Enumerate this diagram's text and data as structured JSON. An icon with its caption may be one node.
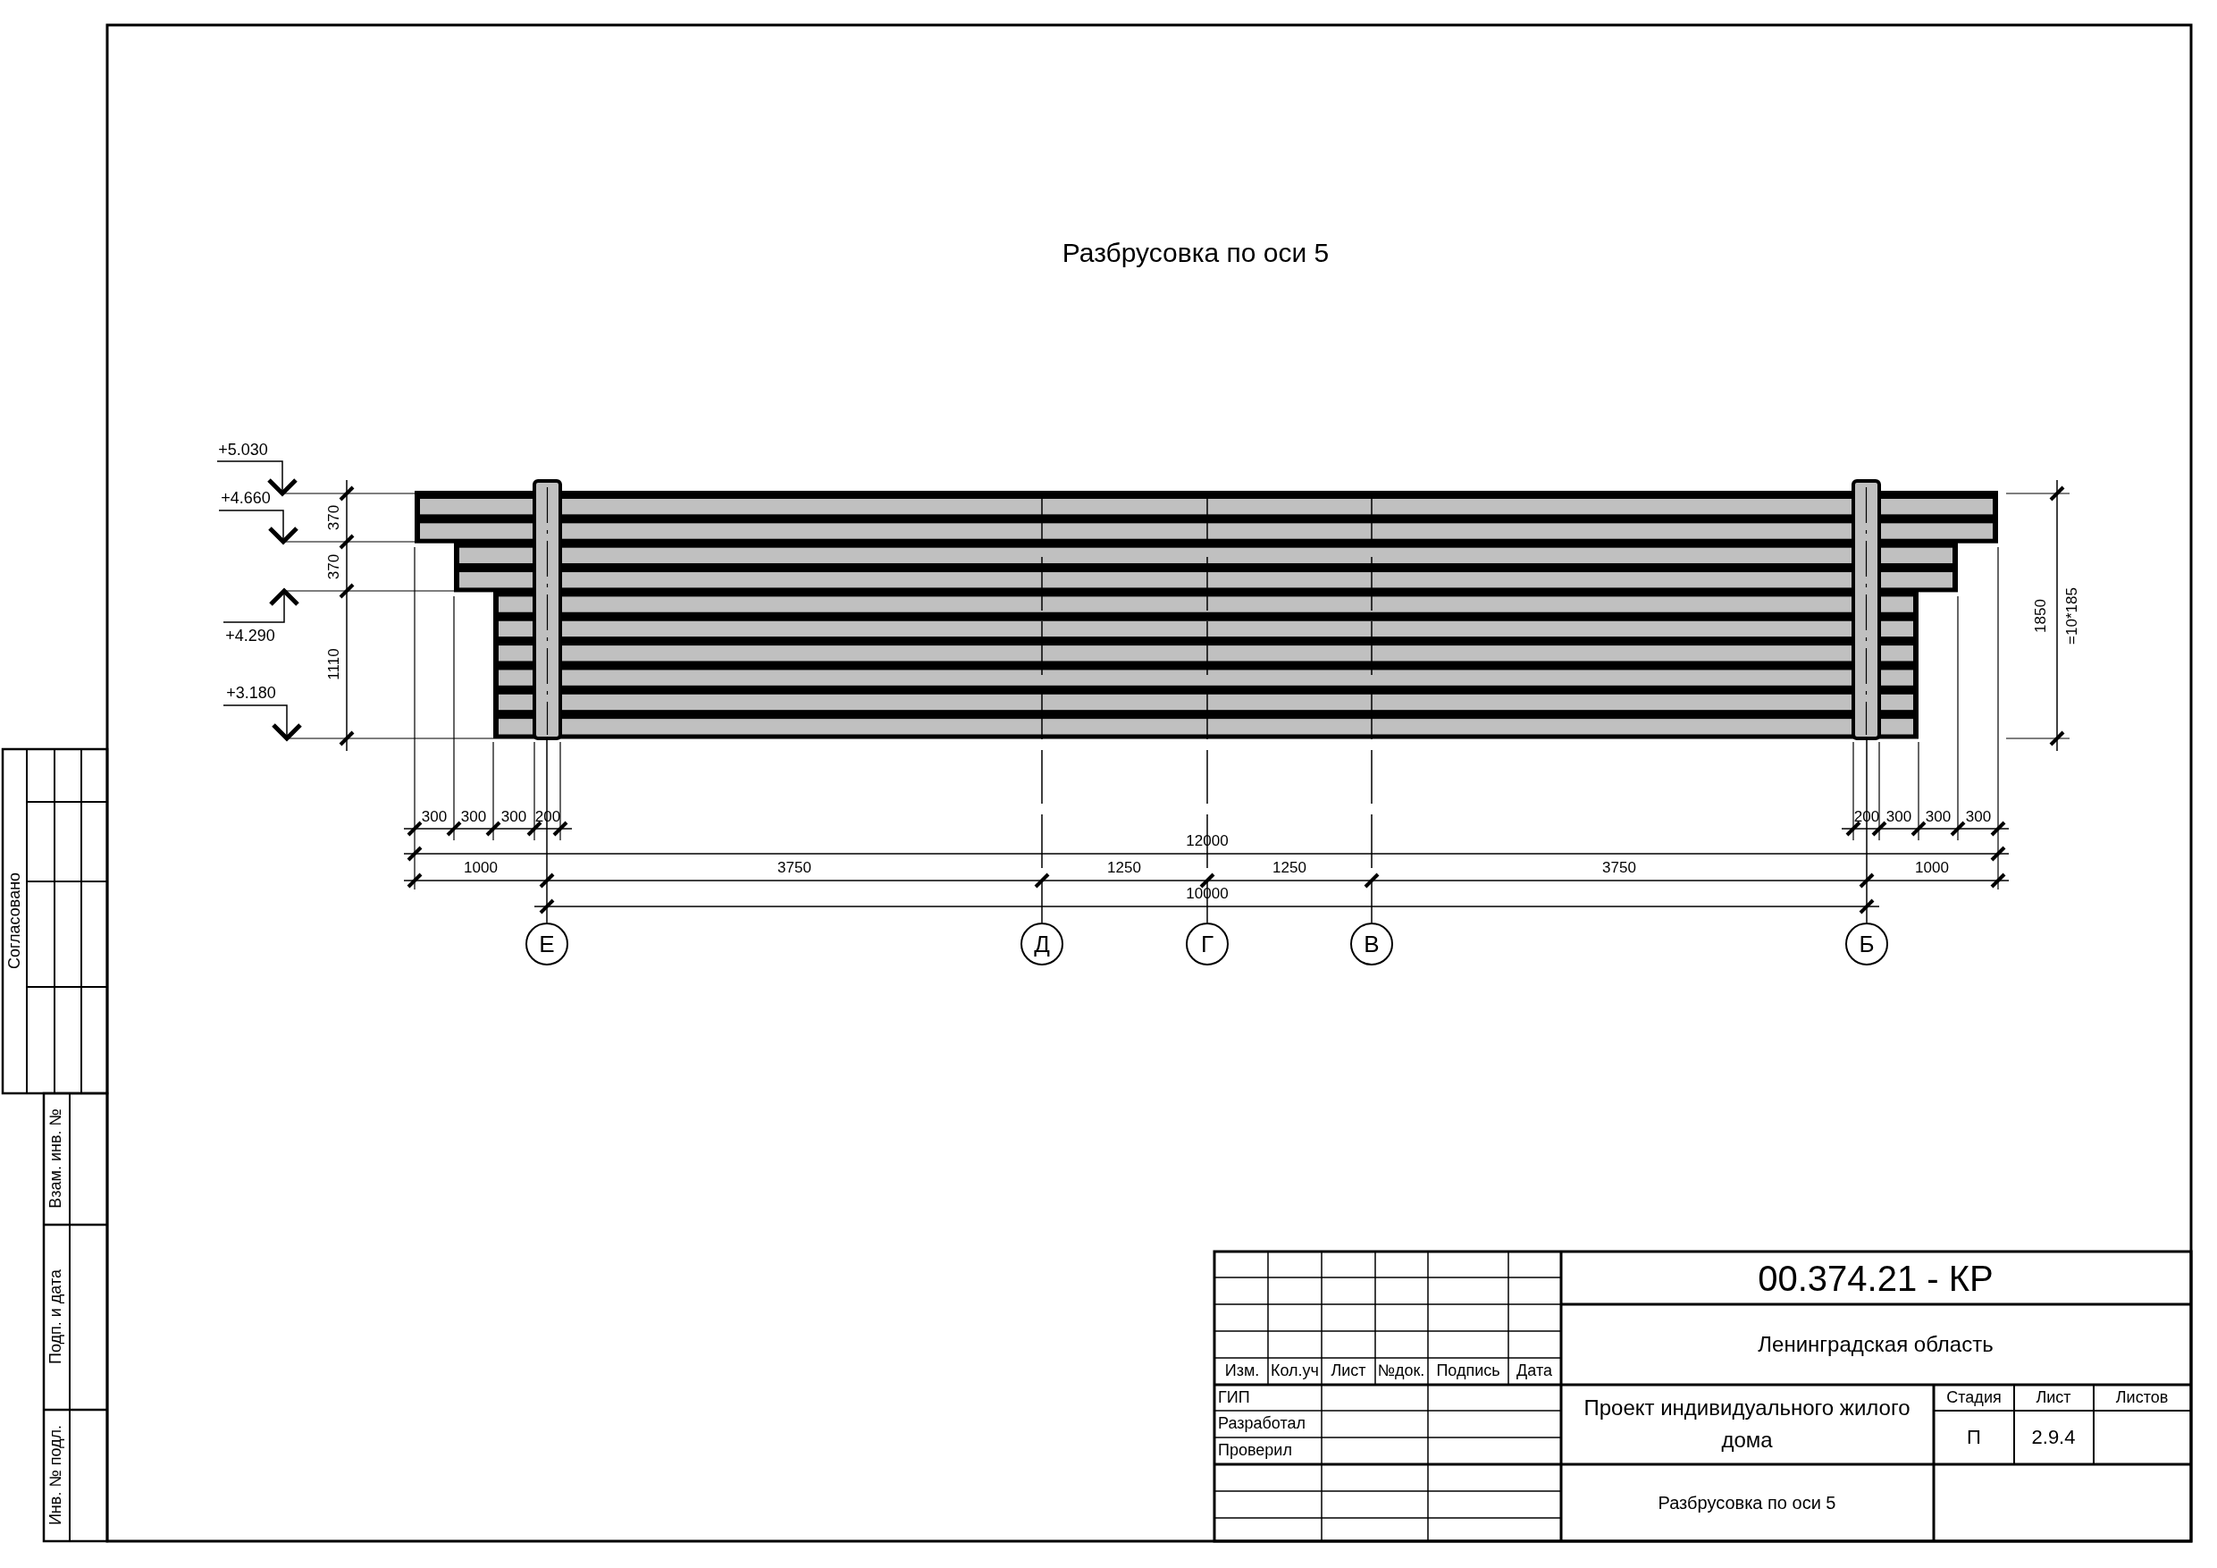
{
  "diagram": {
    "title": "Разбрусовка по оси 5",
    "nodes": [
      {
        "text": [
          "Е"
        ]
      },
      {
        "text": [
          "Д"
        ]
      },
      {
        "text": [
          "Г"
        ]
      },
      {
        "text": [
          "В"
        ]
      },
      {
        "text": [
          "Б"
        ]
      }
    ],
    "labels": [
      "+5.030",
      "+4.660",
      "+4.290",
      "+3.180",
      "370",
      "370",
      "1110",
      "1850",
      "=10*185",
      "300",
      "300",
      "300",
      "200",
      "200",
      "300",
      "300",
      "300",
      "12000",
      "1000",
      "3750",
      "1250",
      "1250",
      "3750",
      "1000",
      "10000",
      "00.374.21 - КР",
      "Ленинградская область",
      "Изм.",
      "Кол.уч",
      "Лист",
      "№док.",
      "Подпись",
      "Дата",
      "ГИП",
      "Разработал",
      "Проверил",
      "Проект индивидуального жилого дома",
      "Стадия",
      "Лист",
      "Листов",
      "П",
      "2.9.4",
      "Разбрусовка по оси 5",
      "Согласовано",
      "Взам. инв. №",
      "Подп. и дата",
      "Инв. № подл."
    ]
  }
}
